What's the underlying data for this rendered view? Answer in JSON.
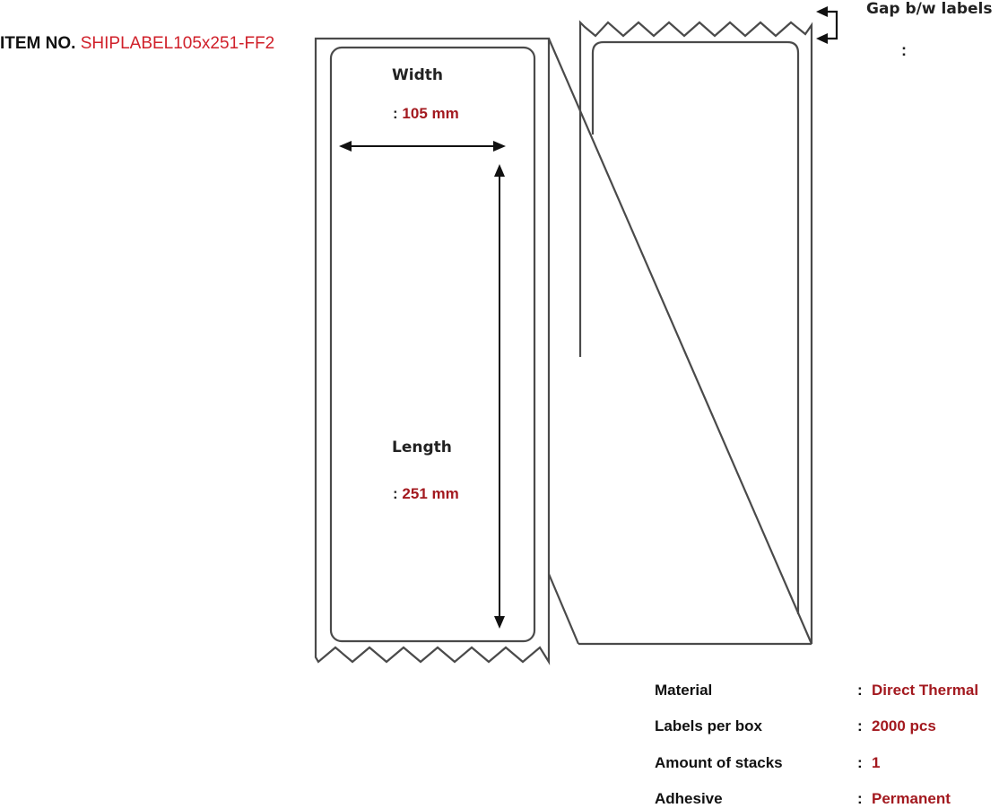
{
  "header": {
    "item_label": "ITEM NO.",
    "item_code": "SHIPLABEL105x251-FF2"
  },
  "dimensions": {
    "width": {
      "label": "Width",
      "colon": ":",
      "value": "105 mm"
    },
    "length": {
      "label": "Length",
      "colon": ":",
      "value": "251 mm"
    },
    "gap": {
      "label": "Gap b/w labels",
      "colon": ":",
      "value": ""
    }
  },
  "specs": [
    {
      "label": "Material",
      "colon": ":",
      "value": "Direct Thermal"
    },
    {
      "label": "Labels per box",
      "colon": ":",
      "value": "2000 pcs"
    },
    {
      "label": "Amount of stacks",
      "colon": ":",
      "value": "1"
    },
    {
      "label": "Adhesive",
      "colon": ":",
      "value": "Permanent"
    }
  ],
  "colors": {
    "item_code": "#d0202a",
    "value_text": "#a3191f",
    "outline": "#4a4a4a",
    "arrow": "#111111"
  }
}
